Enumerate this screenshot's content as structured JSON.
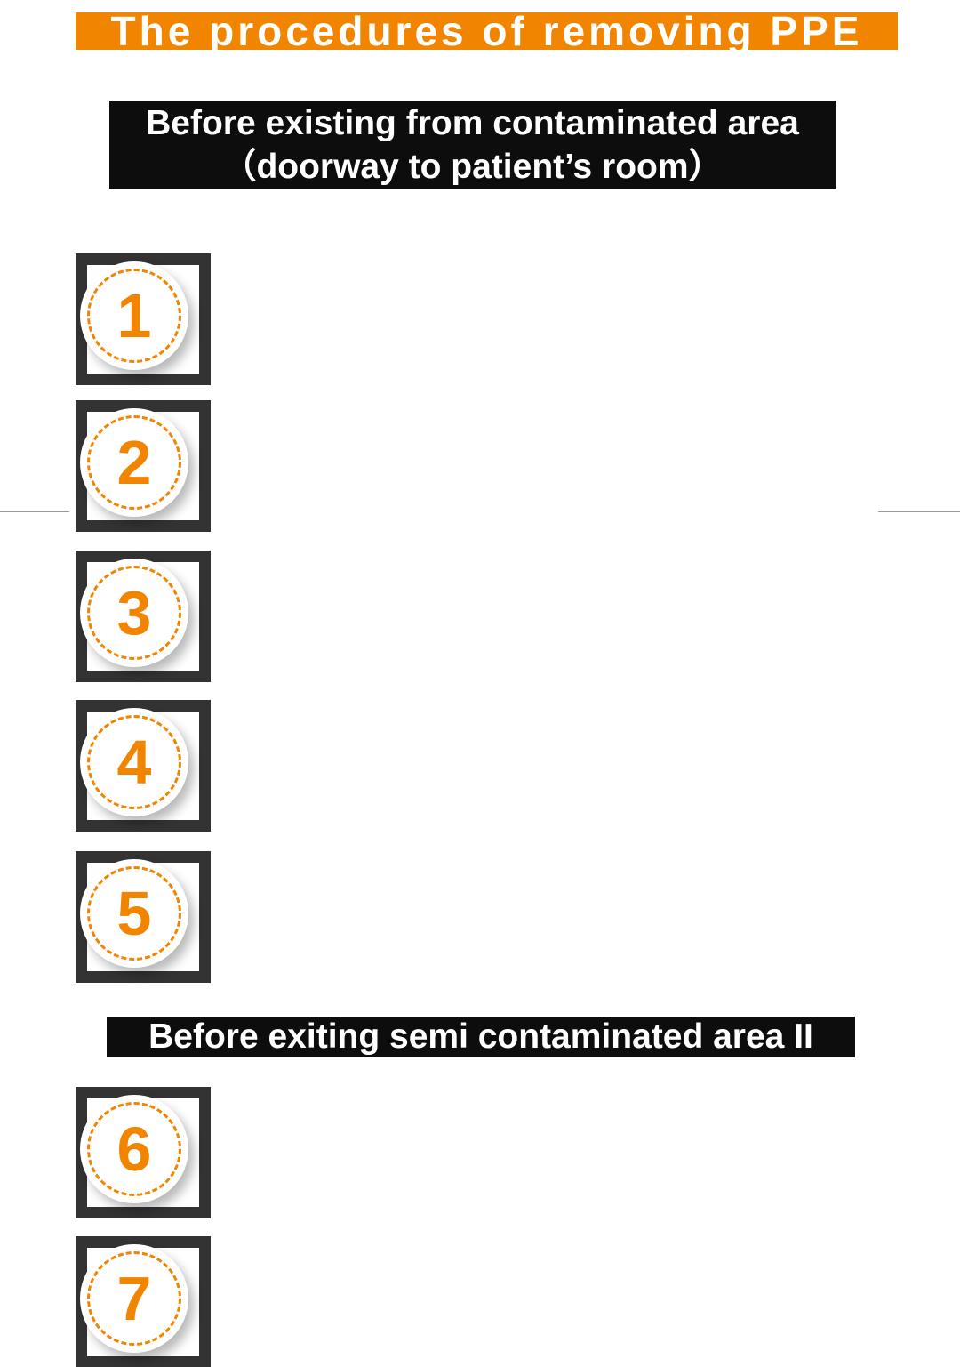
{
  "title": {
    "text": "The procedures of removing PPE"
  },
  "banner_contaminated": {
    "line1": "Before existing from contaminated area",
    "line2": "（doorway to patient’s room）"
  },
  "banner_semi": {
    "line1": "Before exiting semi contaminated area II"
  },
  "steps": [
    {
      "number": "1"
    },
    {
      "number": "2"
    },
    {
      "number": "3"
    },
    {
      "number": "4"
    },
    {
      "number": "5"
    },
    {
      "number": "6"
    },
    {
      "number": "7"
    }
  ],
  "colors": {
    "accent_orange": "#F28500",
    "frame_dark": "#333333",
    "banner_black": "#0D0D0D"
  }
}
